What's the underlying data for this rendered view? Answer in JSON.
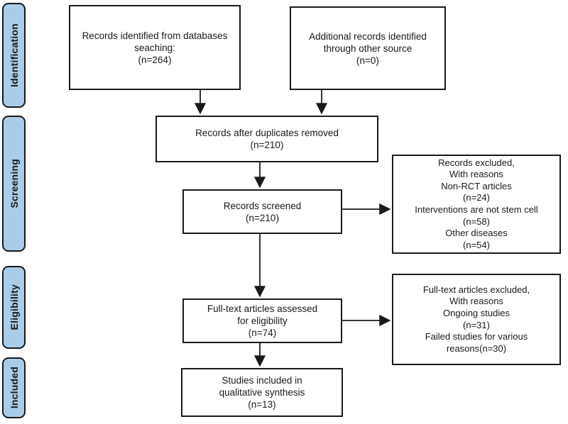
{
  "stages": [
    {
      "label": "Identification"
    },
    {
      "label": "Screening"
    },
    {
      "label": "Eligibility"
    },
    {
      "label": "Included"
    }
  ],
  "boxes": {
    "records_identified": {
      "text": "Records identified from databases\nseaching:\n(n=264)"
    },
    "additional_records": {
      "text": "Additional records identified\nthrough other source\n(n=0)"
    },
    "duplicates_removed": {
      "text": "Records after duplicates removed\n(n=210)"
    },
    "records_screened": {
      "text": "Records screened\n(n=210)"
    },
    "records_excluded": {
      "text": "Records excluded,\nWith reasons\nNon-RCT articles\n(n=24)\nInterventions are not stem cell\n(n=58)\nOther diseases\n(n=54)"
    },
    "fulltext_assessed": {
      "text": "Full-text articles assessed\nfor eligibility\n(n=74)"
    },
    "fulltext_excluded": {
      "text": "Full-text articles excluded,\nWith reasons\nOngoing studies\n(n=31)\nFailed studies for various\nreasons(n=30)"
    },
    "studies_included": {
      "text": "Studies included in\nqualitative synthesis\n(n=13)"
    }
  },
  "colors": {
    "stage_fill": "#a9cce9",
    "stage_border": "#1a1a1a",
    "box_border": "#1a1a1a",
    "arrow": "#1a1a1a",
    "text": "#1a1a1a",
    "background": "#ffffff"
  }
}
